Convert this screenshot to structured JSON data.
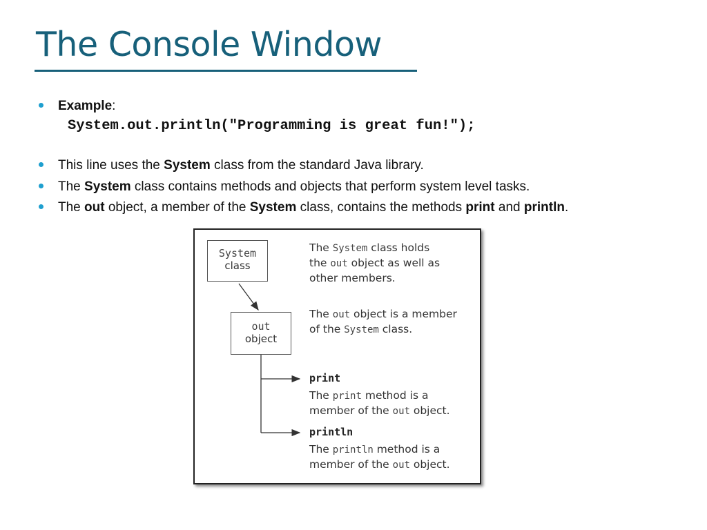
{
  "slide": {
    "title": "The Console Window",
    "example_label": "Example",
    "example_colon": ":",
    "code_prefix": "System.out.println(",
    "code_string": "\"Programming is great fun!\"",
    "code_suffix": ");",
    "bullet2": {
      "a": "This line uses the ",
      "b": "System",
      "c": " class from the standard Java library."
    },
    "bullet3": {
      "a": "The ",
      "b": "System",
      "c": " class contains methods and objects that perform system level tasks."
    },
    "bullet4": {
      "a": "The ",
      "b": "out",
      "c": " object, a member of the ",
      "d": "System",
      "e": " class, contains the methods ",
      "f": "print",
      "g": " and ",
      "h": "println",
      "i": "."
    }
  },
  "diagram": {
    "system_box": {
      "line1": "System",
      "line2": "class"
    },
    "out_box": {
      "line1": "out",
      "line2": "object"
    },
    "note1": {
      "p1": "The ",
      "c1": "System",
      "p2": " class holds",
      "p3": "the ",
      "c2": "out",
      "p4": " object as well as",
      "p5": "other members."
    },
    "note2": {
      "p1": "The ",
      "c1": "out",
      "p2": " object is a member",
      "p3": "of the ",
      "c2": "System",
      "p4": " class."
    },
    "print_label": "print",
    "note3": {
      "p1": "The ",
      "c1": "print",
      "p2": " method is a",
      "p3": "member of the ",
      "c2": "out",
      "p4": " object."
    },
    "println_label": "println",
    "note4": {
      "p1": "The ",
      "c1": "println",
      "p2": " method is a",
      "p3": "member of the ",
      "c2": "out",
      "p4": " object."
    }
  },
  "colors": {
    "title": "#17607a",
    "bullet": "#1e9fcf"
  }
}
